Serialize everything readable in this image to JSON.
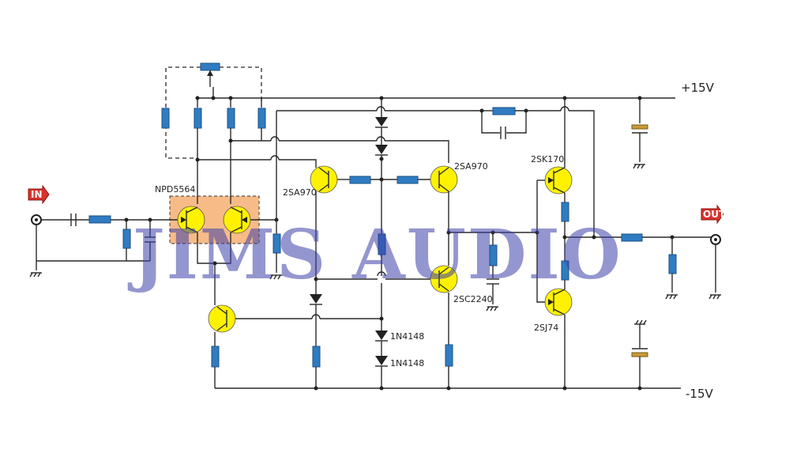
{
  "rails": {
    "positive": "+15V",
    "negative": "-15V"
  },
  "io": {
    "input": "IN",
    "output": "OUT"
  },
  "parts": {
    "jfet_pair": "NPD5564",
    "q_left_pnp": "2SA970",
    "q_right_pnp": "2SA970",
    "q_npn": "2SC2240",
    "q_out_n": "2SK170",
    "q_out_p": "2SJ74",
    "diode_1": "1N4148",
    "diode_2": "1N4148"
  },
  "watermark": "JIMS AUDIO",
  "colors": {
    "resistor": "#2f7cc2",
    "transistor": "#fff200",
    "capacitor": "#c79a3a",
    "highlight": "#f4a460",
    "io_flag": "#d9322c"
  }
}
